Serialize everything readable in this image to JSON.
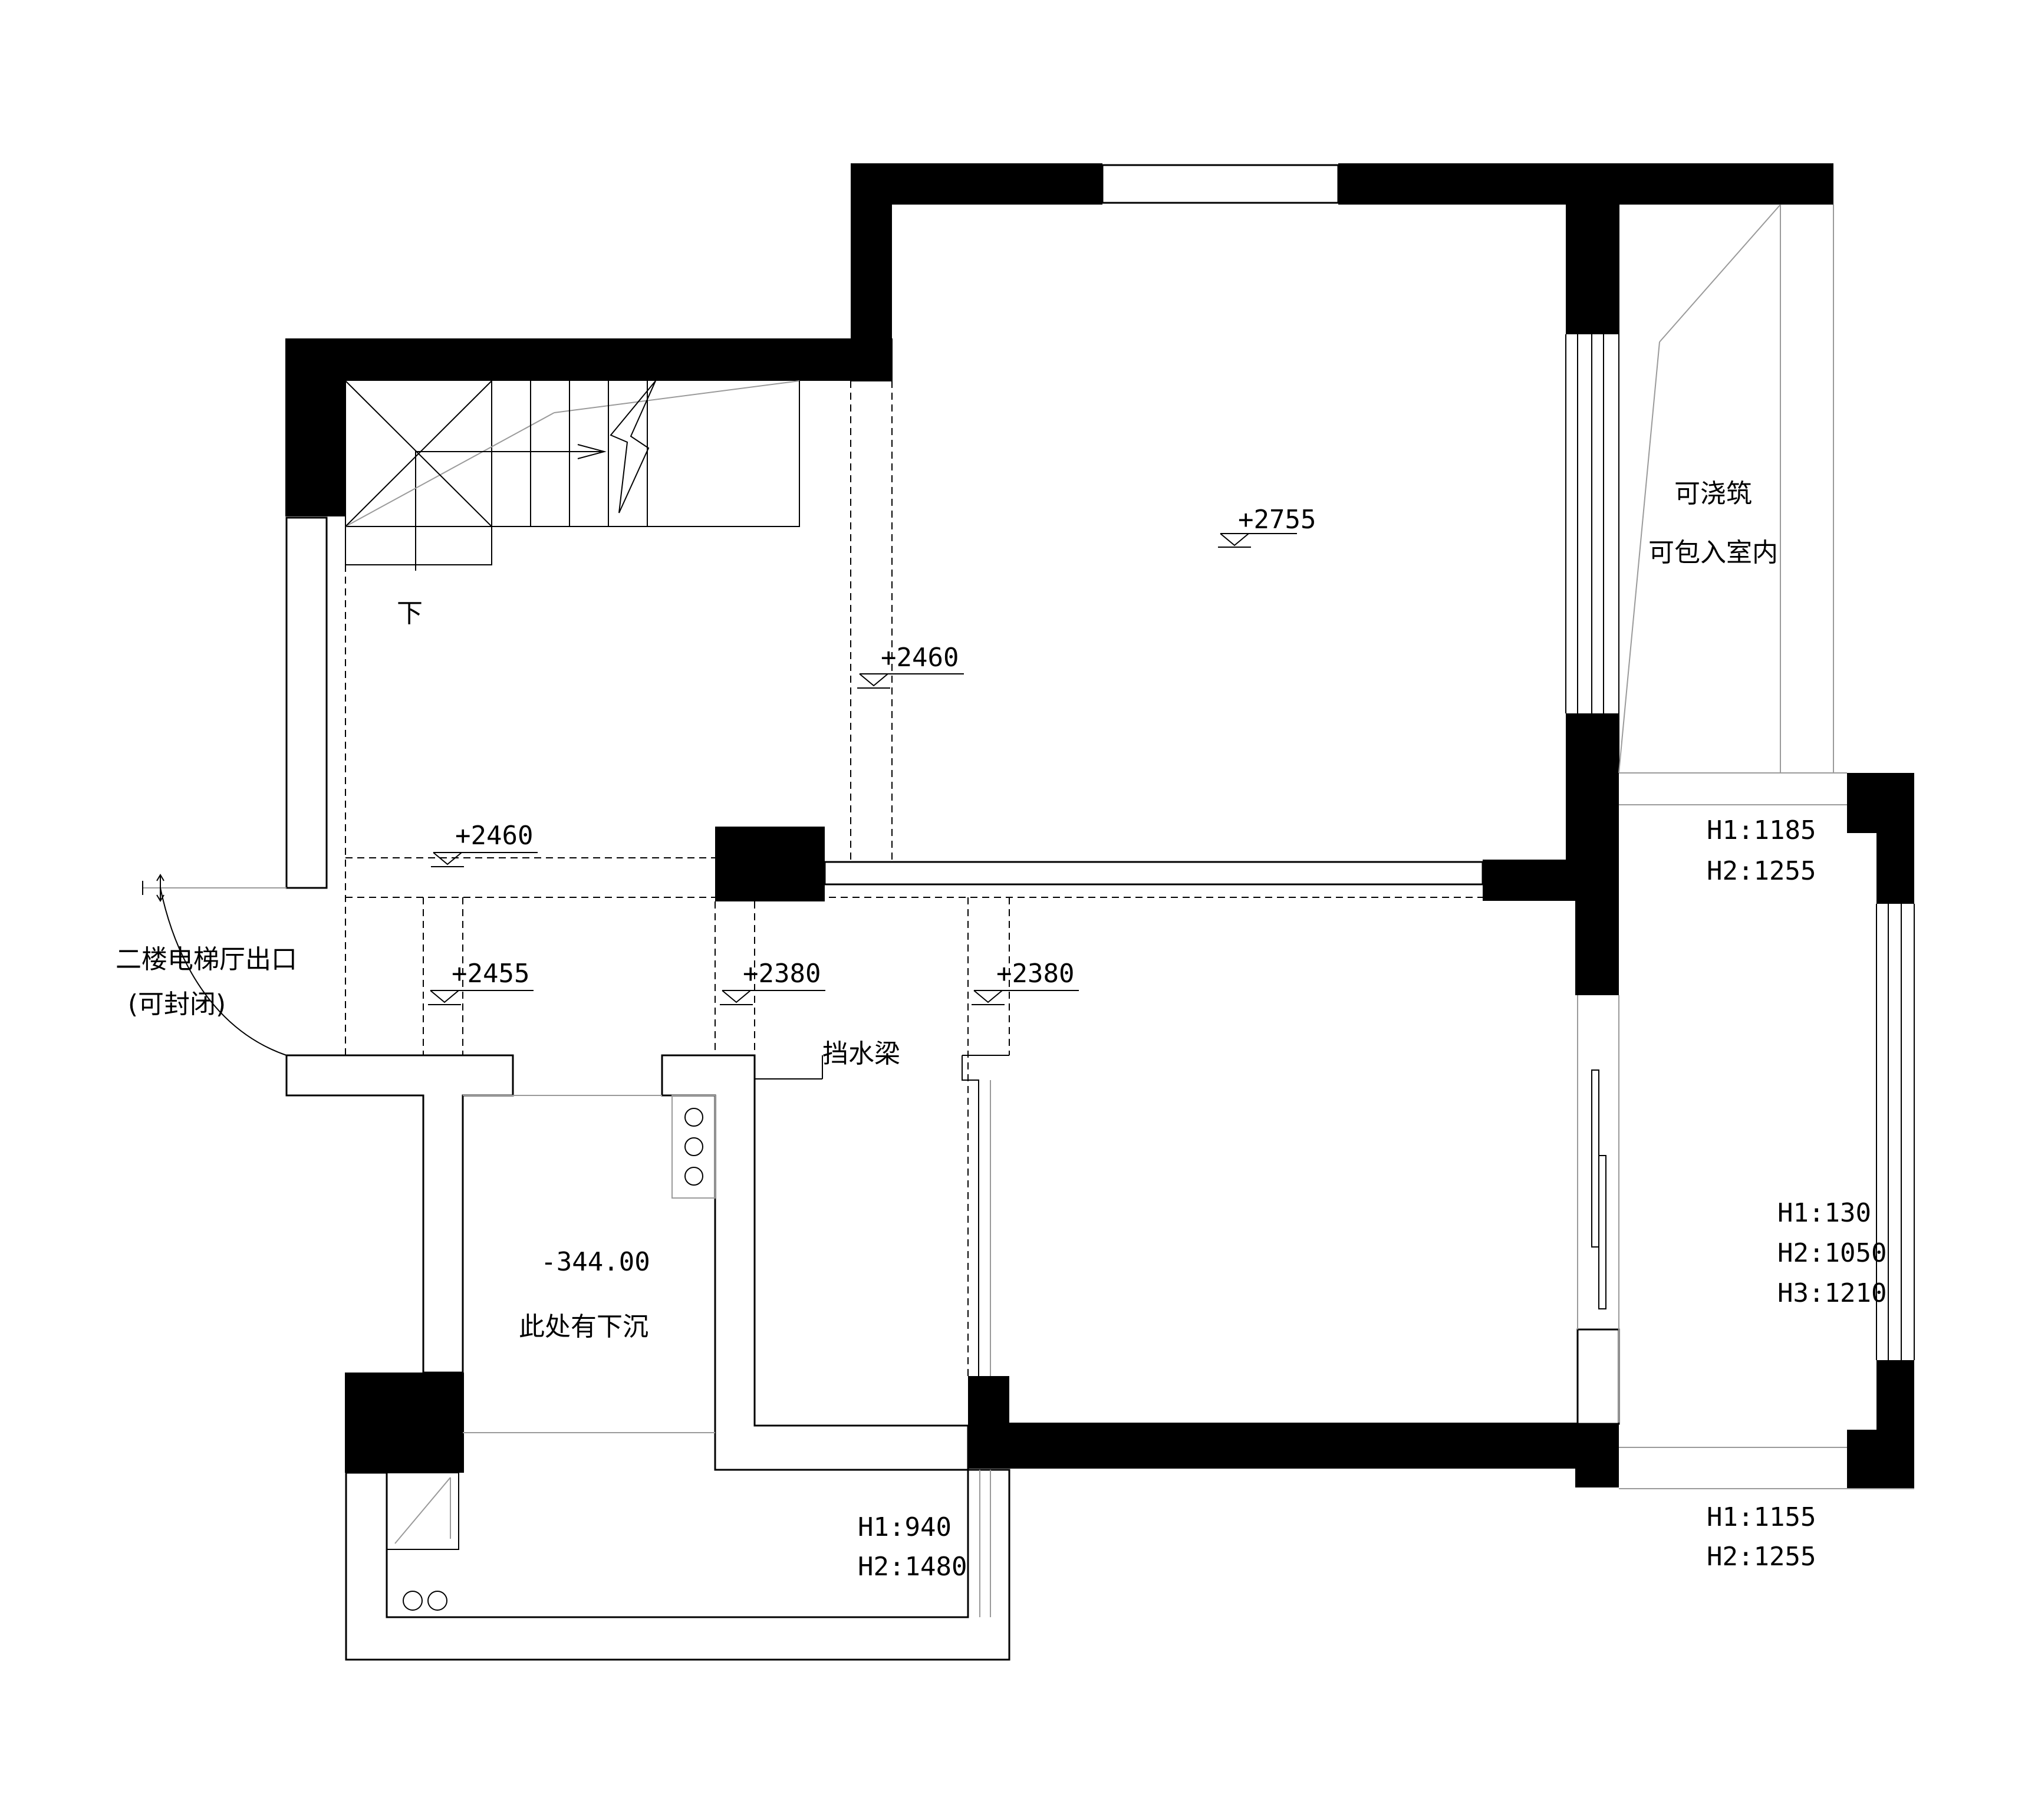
{
  "labels": {
    "stair_down": "下",
    "elev_top_room": "+2755",
    "elev_stair_right": "+2460",
    "elev_stair_left": "+2460",
    "elev_a": "+2455",
    "elev_b": "+2380",
    "elev_c": "+2380",
    "balcony_line1": "可浇筑",
    "balcony_line2": "可包入室内",
    "exit_line1": "二楼电梯厅出口",
    "exit_line2": "(可封闭)",
    "water_beam": "挡水梁",
    "bath_elev": "-344.00",
    "bath_note": "此处有下沉",
    "win_top_h1": "H1:1185",
    "win_top_h2": "H2:1255",
    "win_right_h1": "H1:130",
    "win_right_h2": "H2:1050",
    "win_right_h3": "H3:1210",
    "win_bot_h1": "H1:1155",
    "win_bot_h2": "H2:1255",
    "win_kitchen_h1": "H1:940",
    "win_kitchen_h2": "H2:1480"
  }
}
